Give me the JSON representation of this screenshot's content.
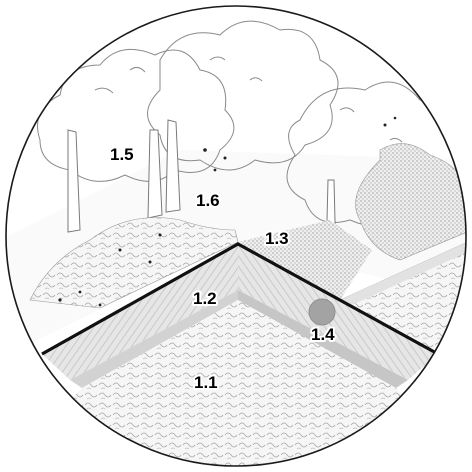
{
  "labels": {
    "l_1_1": "1.1",
    "l_1_2": "1.2",
    "l_1_3": "1.3",
    "l_1_4": "1.4",
    "l_1_5": "1.5",
    "l_1_6": "1.6"
  },
  "colors": {
    "outline": "#1a1a1a",
    "ridge": "#111111",
    "sketch": "#8a8a8a",
    "shade_light": "#e9e9e9",
    "shade_mid": "#d4d4d4",
    "shade_dark": "#bdbdbd",
    "marker": "#a3a3a3"
  }
}
